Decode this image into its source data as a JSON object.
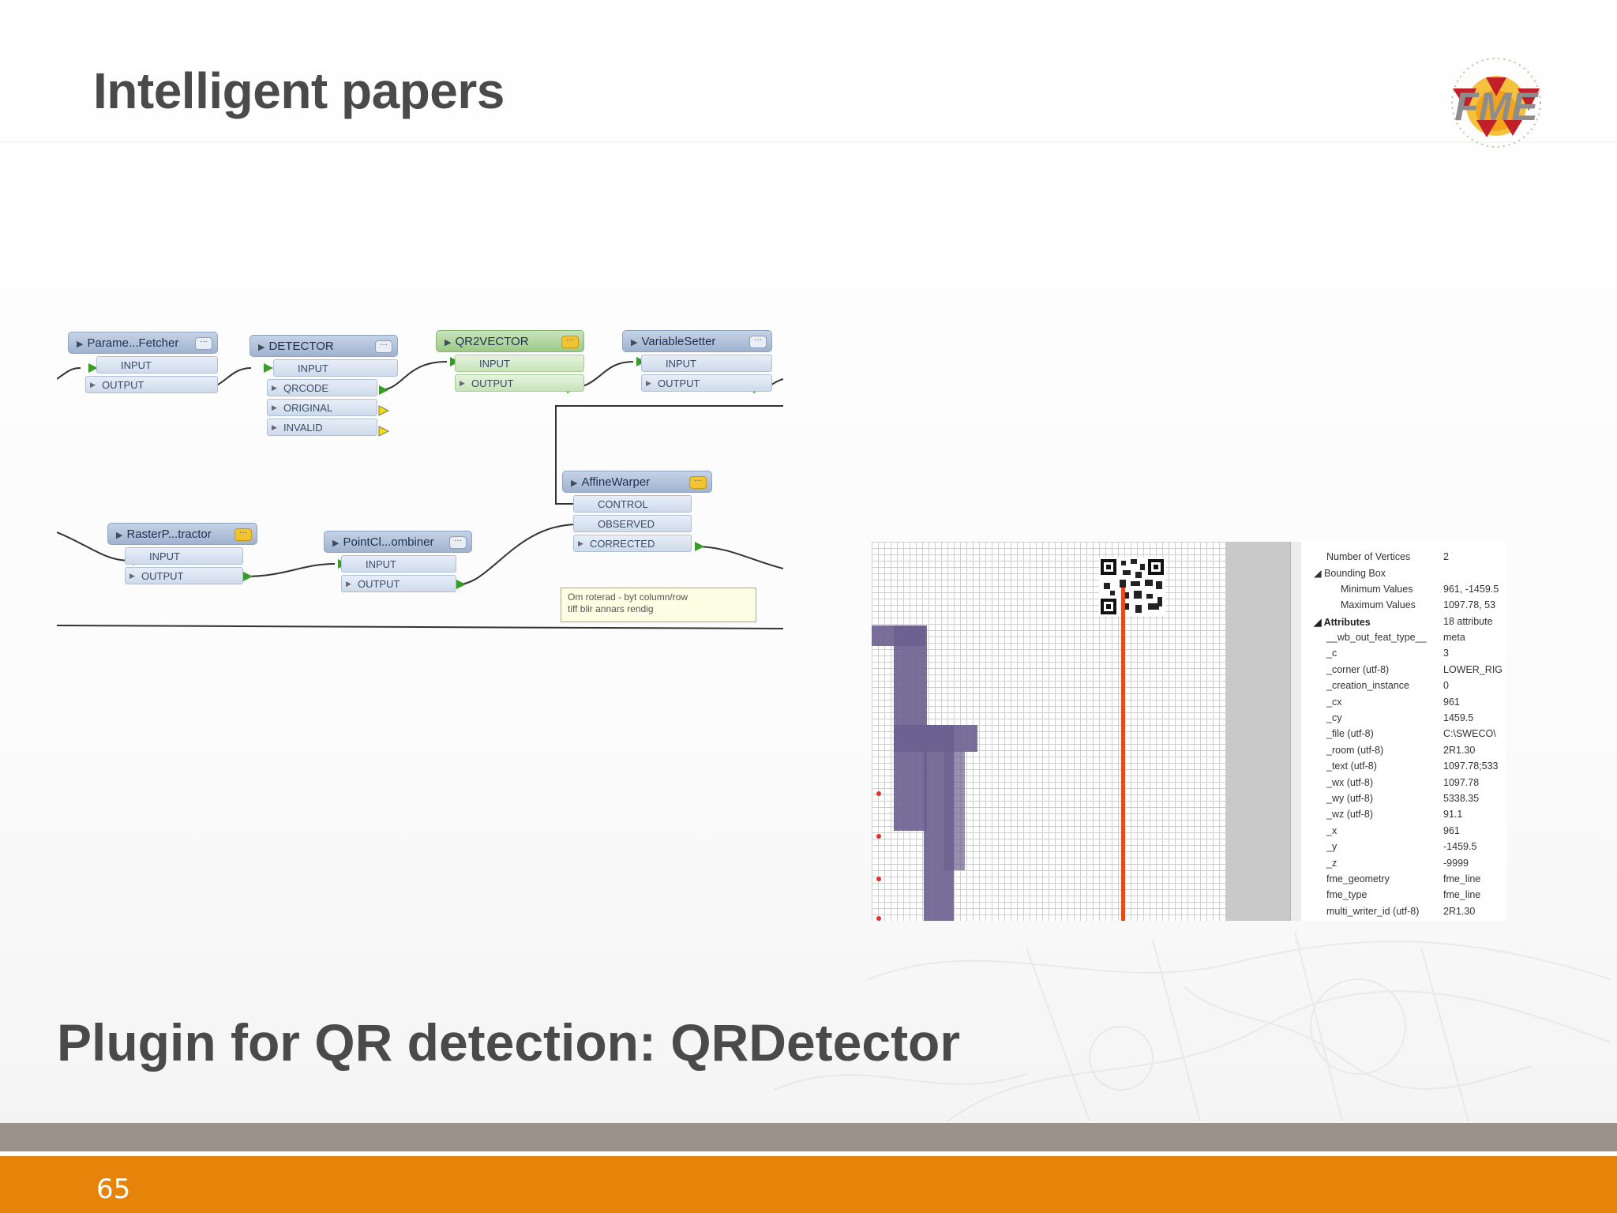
{
  "slide": {
    "title": "Intelligent papers",
    "subtitle": "Plugin for QR detection: QRDetector",
    "page_number": "65",
    "colors": {
      "title_text": "#4a4a4a",
      "footer_gray": "#9b928a",
      "footer_orange": "#e6840a"
    }
  },
  "logo": {
    "name": "FME",
    "icon": "fme-logo"
  },
  "workflow": {
    "nodes": [
      {
        "title": "Parame...Fetcher",
        "ports": [
          "INPUT",
          "OUTPUT"
        ]
      },
      {
        "title": "DETECTOR",
        "ports": [
          "INPUT",
          "QRCODE",
          "ORIGINAL",
          "INVALID"
        ]
      },
      {
        "title": "QR2VECTOR",
        "ports": [
          "INPUT",
          "OUTPUT"
        ]
      },
      {
        "title": "VariableSetter",
        "ports": [
          "INPUT",
          "OUTPUT"
        ]
      },
      {
        "title": "AffineWarper",
        "ports": [
          "CONTROL",
          "OBSERVED",
          "CORRECTED"
        ]
      },
      {
        "title": "RasterP...tractor",
        "ports": [
          "INPUT",
          "OUTPUT"
        ]
      },
      {
        "title": "PointCl...ombiner",
        "ports": [
          "INPUT",
          "OUTPUT"
        ]
      }
    ],
    "annotation": [
      "Om roterad - byt column/row",
      "tiff blir annars rendig"
    ]
  },
  "inspector": {
    "properties": [
      {
        "key": "Number of Vertices",
        "value": "2"
      },
      {
        "key": "◢ Bounding Box",
        "value": "",
        "bold": false
      },
      {
        "key": "Minimum Values",
        "value": "961, -1459.5"
      },
      {
        "key": "Maximum Values",
        "value": "1097.78, 53"
      },
      {
        "key": "◢ Attributes",
        "value": "18 attribute",
        "bold": true
      },
      {
        "key": "__wb_out_feat_type__",
        "value": "meta"
      },
      {
        "key": "_c",
        "value": "3"
      },
      {
        "key": "_corner (utf-8)",
        "value": "LOWER_RIG"
      },
      {
        "key": "_creation_instance",
        "value": "0"
      },
      {
        "key": "_cx",
        "value": "961"
      },
      {
        "key": "_cy",
        "value": "1459.5"
      },
      {
        "key": "_file (utf-8)",
        "value": "C:\\SWECO\\"
      },
      {
        "key": "_room (utf-8)",
        "value": "2R1.30"
      },
      {
        "key": "_text (utf-8)",
        "value": "1097.78;533"
      },
      {
        "key": "_wx (utf-8)",
        "value": "1097.78"
      },
      {
        "key": "_wy (utf-8)",
        "value": "5338.35"
      },
      {
        "key": "_wz (utf-8)",
        "value": "91.1"
      },
      {
        "key": "_x",
        "value": "961"
      },
      {
        "key": "_y",
        "value": "-1459.5"
      },
      {
        "key": "_z",
        "value": "-9999"
      },
      {
        "key": "fme_geometry",
        "value": "fme_line"
      },
      {
        "key": "fme_type",
        "value": "fme_line"
      },
      {
        "key": "multi_writer_id (utf-8)",
        "value": "2R1.30"
      }
    ]
  }
}
